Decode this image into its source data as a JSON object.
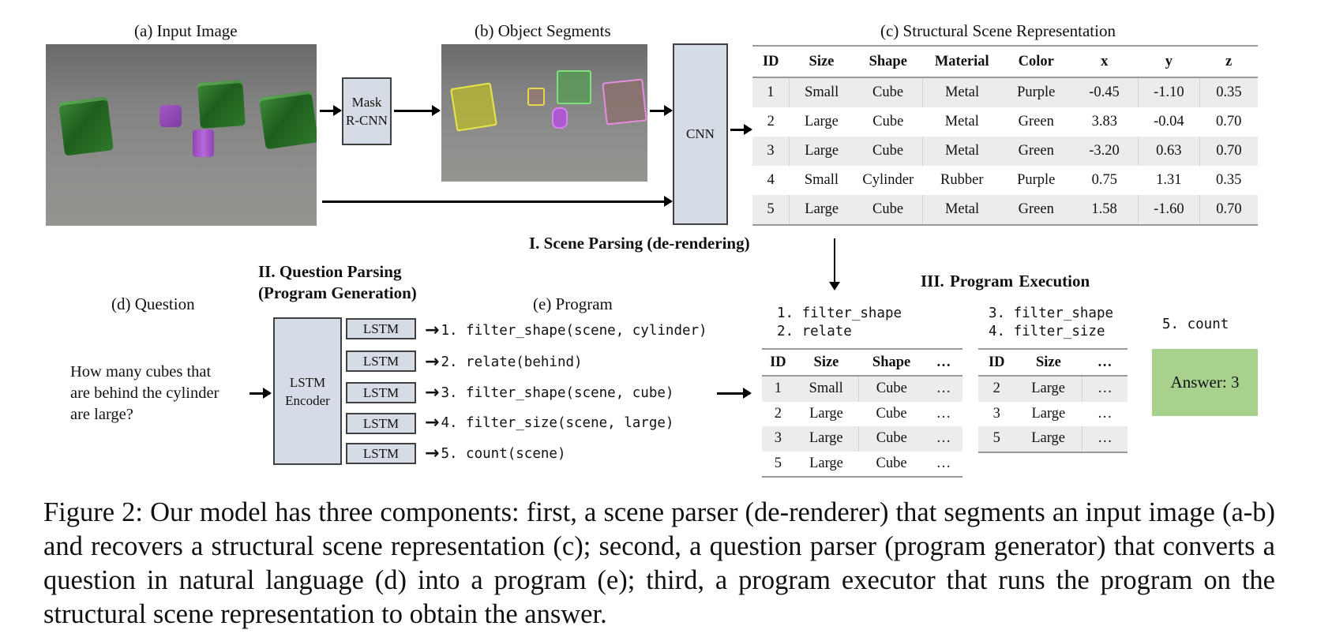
{
  "figure": {
    "panel_labels": {
      "input_image": "(a) Input Image",
      "object_segments": "(b) Object Segments",
      "scene_representation": "(c) Structural Scene Representation",
      "question": "(d) Question",
      "program": "(e) Program"
    },
    "stage_titles": {
      "scene_parsing": "I. Scene Parsing (de-rendering)",
      "question_parsing_line1": "II. Question Parsing",
      "question_parsing_line2": "(Program Generation)",
      "program_execution": "III.  Program Execution"
    },
    "modules": {
      "mask_rcnn_line1": "Mask",
      "mask_rcnn_line2": "R-CNN",
      "cnn": "CNN",
      "lstm_encoder_line1": "LSTM",
      "lstm_encoder_line2": "Encoder",
      "lstm_decoders": [
        "LSTM",
        "LSTM",
        "LSTM",
        "LSTM",
        "LSTM"
      ]
    },
    "scene_table": {
      "headers": [
        "ID",
        "Size",
        "Shape",
        "Material",
        "Color",
        "x",
        "y",
        "z"
      ],
      "rows": [
        [
          "1",
          "Small",
          "Cube",
          "Metal",
          "Purple",
          "-0.45",
          "-1.10",
          "0.35"
        ],
        [
          "2",
          "Large",
          "Cube",
          "Metal",
          "Green",
          "3.83",
          "-0.04",
          "0.70"
        ],
        [
          "3",
          "Large",
          "Cube",
          "Metal",
          "Green",
          "-3.20",
          "0.63",
          "0.70"
        ],
        [
          "4",
          "Small",
          "Cylinder",
          "Rubber",
          "Purple",
          "0.75",
          "1.31",
          "0.35"
        ],
        [
          "5",
          "Large",
          "Cube",
          "Metal",
          "Green",
          "1.58",
          "-1.60",
          "0.70"
        ]
      ]
    },
    "question_lines": [
      "How many cubes that",
      "are behind the cylinder",
      "are large?"
    ],
    "program_steps": [
      "1. filter_shape(scene, cylinder)",
      "2. relate(behind)",
      "3. filter_shape(scene, cube)",
      "4. filter_size(scene, large)",
      "5. count(scene)"
    ],
    "execution": {
      "step_a_lines": [
        "1. filter_shape",
        "2. relate"
      ],
      "table_a": {
        "headers": [
          "ID",
          "Size",
          "Shape",
          "…"
        ],
        "rows": [
          [
            "1",
            "Small",
            "Cube",
            "…"
          ],
          [
            "2",
            "Large",
            "Cube",
            "…"
          ],
          [
            "3",
            "Large",
            "Cube",
            "…"
          ],
          [
            "5",
            "Large",
            "Cube",
            "…"
          ]
        ]
      },
      "step_b_lines": [
        "3. filter_shape",
        "4. filter_size"
      ],
      "table_b": {
        "headers": [
          "ID",
          "Size",
          "…"
        ],
        "rows": [
          [
            "2",
            "Large",
            "…"
          ],
          [
            "3",
            "Large",
            "…"
          ],
          [
            "5",
            "Large",
            "…"
          ]
        ]
      },
      "step_c_line": "5. count",
      "answer": "Answer: 3",
      "answer_color": "#a9d18e"
    },
    "module_fill_color": "#d6dce5",
    "caption": "Figure 2: Our model has three components: first, a scene parser (de-renderer) that segments an input image (a-b) and recovers a structural scene representation (c); second, a question parser (program generator) that converts a question in natural language (d) into a program (e); third, a program executor that runs the program on the structural scene representation to obtain the answer."
  }
}
